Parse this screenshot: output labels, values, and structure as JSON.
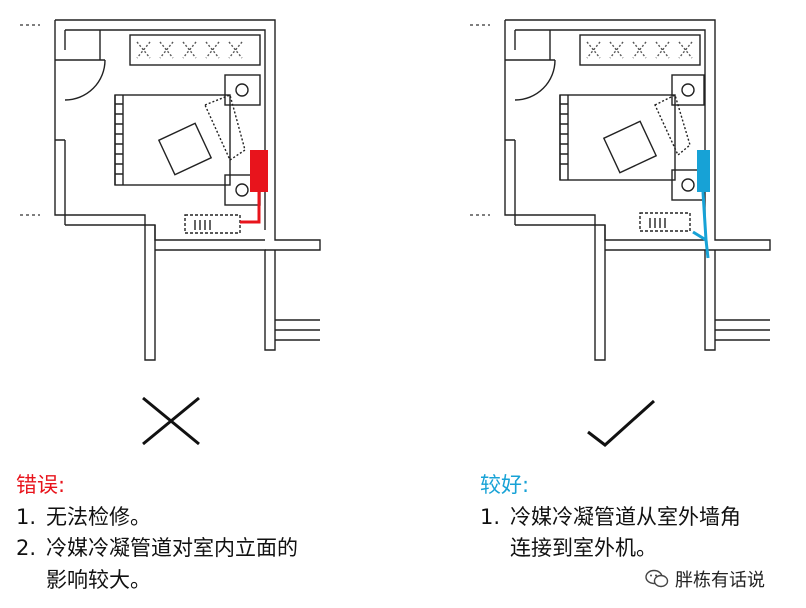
{
  "left_panel": {
    "verdict_icon": "cross-icon",
    "refrigerant_pipe_color": "#e8141c",
    "heading": "错误:",
    "items": [
      {
        "num": "1.",
        "text": "无法检修。"
      },
      {
        "num": "2.",
        "text": "冷媒冷凝管道对室内立面的"
      },
      {
        "num": "",
        "text": "影响较大。"
      }
    ]
  },
  "right_panel": {
    "verdict_icon": "check-icon",
    "refrigerant_pipe_color": "#17a2d6",
    "heading": "较好:",
    "items": [
      {
        "num": "1.",
        "text": "冷媒冷凝管道从室外墙角"
      },
      {
        "num": "",
        "text": "连接到室外机。"
      }
    ]
  },
  "watermark": {
    "icon": "wechat-logo-icon",
    "text": "胖栋有话说"
  }
}
